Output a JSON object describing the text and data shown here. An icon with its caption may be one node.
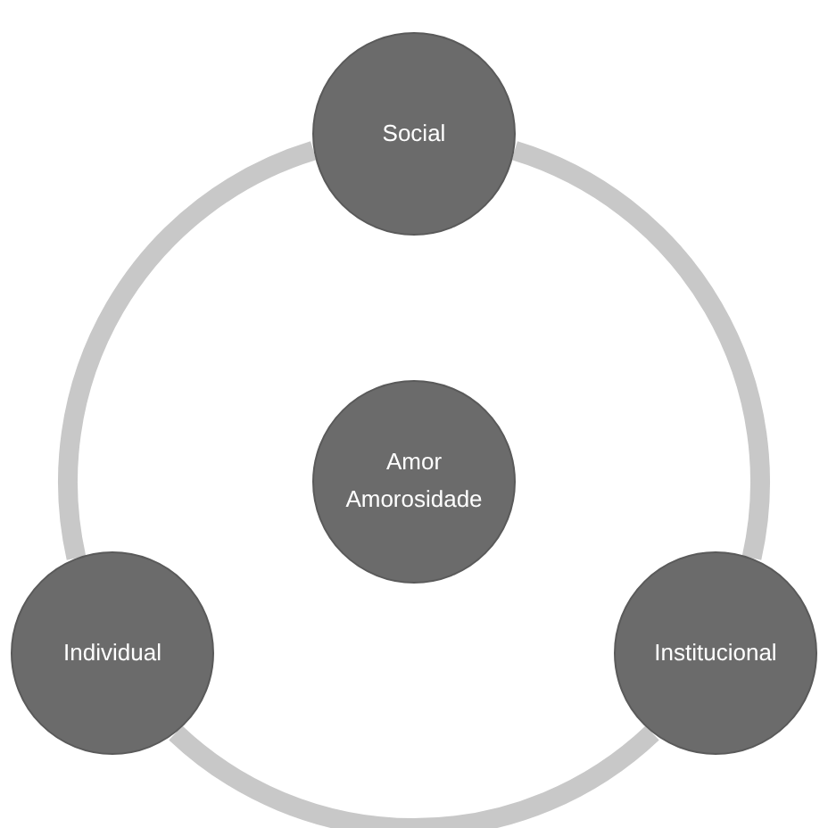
{
  "diagram": {
    "nodes": [
      {
        "text": [
          "Social"
        ]
      },
      {
        "text": [
          "Amor Amorosidade"
        ]
      },
      {
        "text": [
          "Individual"
        ]
      },
      {
        "text": [
          "Institucional"
        ]
      }
    ],
    "edges": [
      {
        "from": 0,
        "to": 3,
        "arrow": "none"
      },
      {
        "from": 3,
        "to": 2,
        "arrow": "none"
      },
      {
        "from": 2,
        "to": 0,
        "arrow": "none"
      }
    ]
  }
}
